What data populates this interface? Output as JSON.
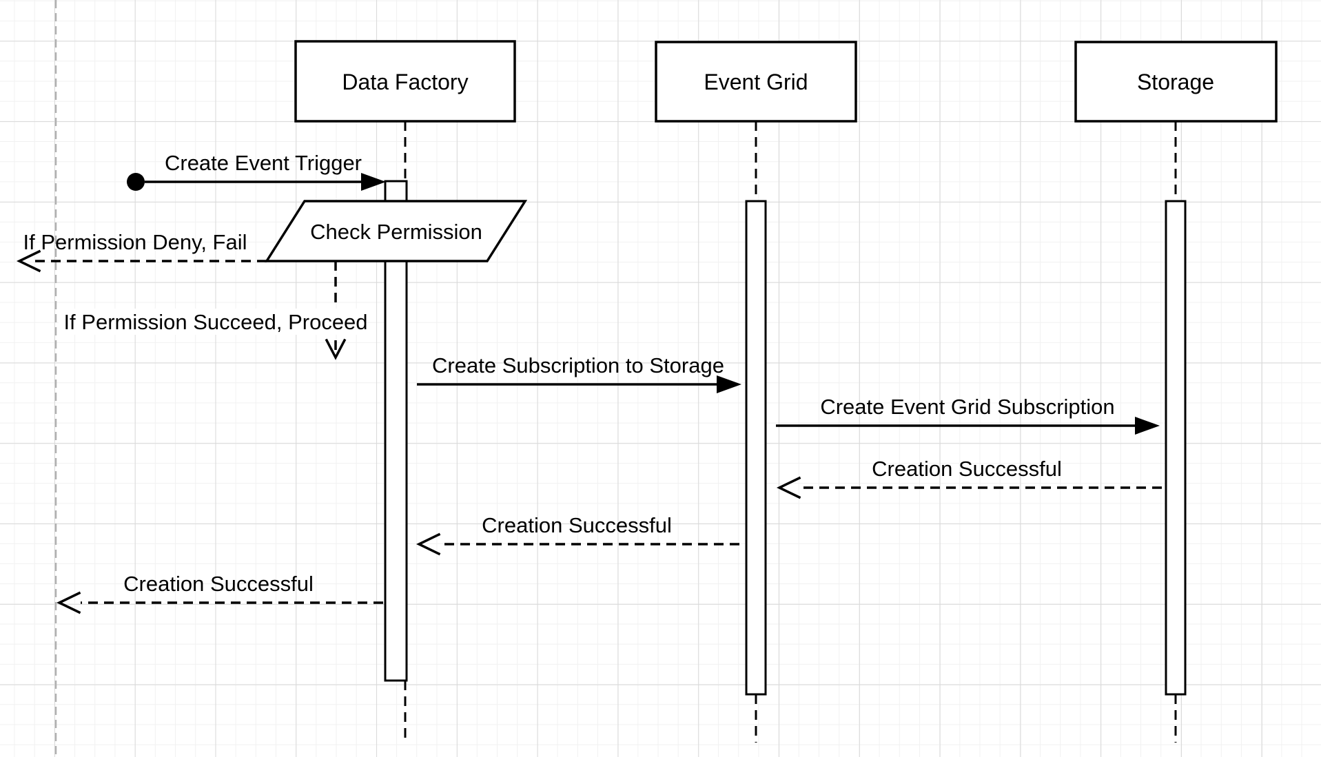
{
  "diagram": {
    "actors": [
      {
        "label": "Data Factory"
      },
      {
        "label": "Event Grid"
      },
      {
        "label": "Storage"
      }
    ],
    "process_step": {
      "label": "Check Permission"
    },
    "messages": {
      "create_event_trigger": "Create Event Trigger",
      "deny_fail": "If Permission Deny, Fail",
      "succeed_proceed": "If Permission Succeed, Proceed",
      "create_subscription_to_storage": "Create Subscription to Storage",
      "create_event_grid_subscription": "Create Event Grid Subscription",
      "creation_successful_storage_to_eventgrid": "Creation Successful",
      "creation_successful_eventgrid_to_datafactory": "Creation Successful",
      "creation_successful_datafactory_to_caller": "Creation Successful"
    },
    "colors": {
      "stroke": "#000000",
      "shape_fill": "#ffffff",
      "grid_minor": "#f1f1f1",
      "grid_major": "#d9d9d9",
      "page_divider": "#b0b0b0"
    }
  }
}
